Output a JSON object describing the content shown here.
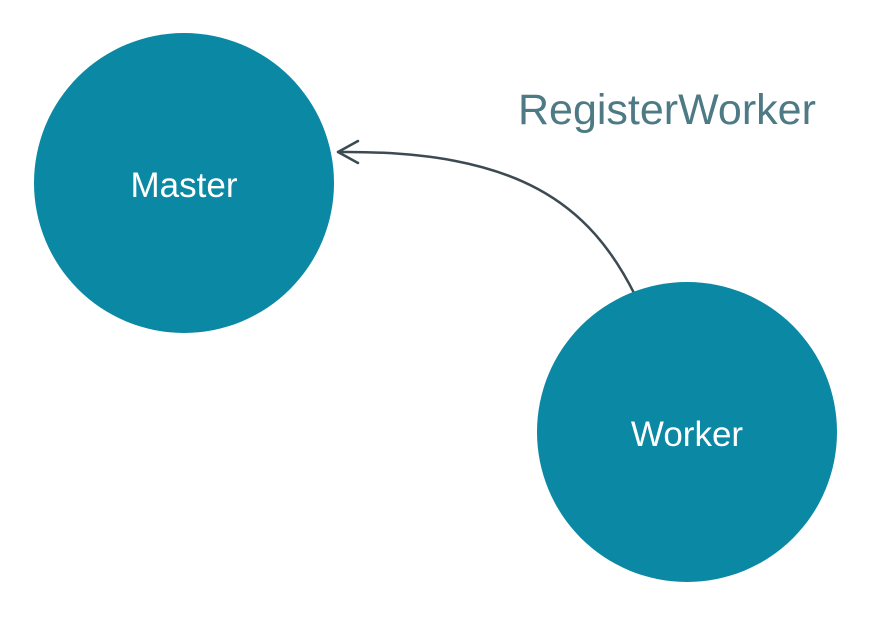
{
  "diagram": {
    "nodes": {
      "master": {
        "label": "Master"
      },
      "worker": {
        "label": "Worker"
      }
    },
    "edge": {
      "label": "RegisterWorker",
      "from": "Worker",
      "to": "Master"
    }
  },
  "colors": {
    "background": "#ffffff",
    "node_fill": "#0a88a4",
    "node_text": "#ffffff",
    "edge_stroke": "#3c4a52",
    "edge_label": "#4d7a84"
  }
}
